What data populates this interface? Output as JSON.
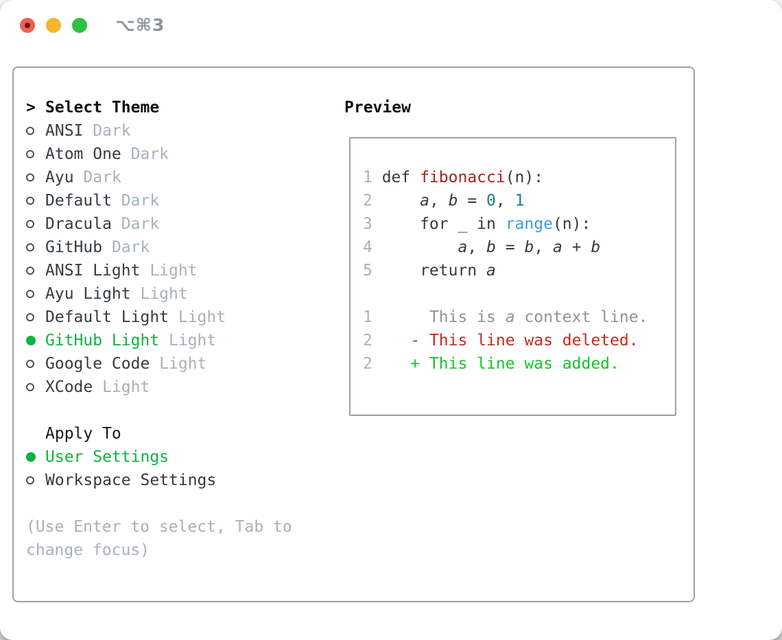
{
  "window": {
    "title": "⌥⌘3",
    "traffic_lights": [
      {
        "name": "close-button",
        "color": "#f25d52",
        "dot": "#70120b"
      },
      {
        "name": "minimize-button",
        "color": "#f6b62f"
      },
      {
        "name": "zoom-button",
        "color": "#2fc043"
      }
    ]
  },
  "theme_panel": {
    "cursor": ">",
    "title": "Select Theme",
    "themes": [
      {
        "name": "ANSI",
        "kind": "Dark",
        "selected": false
      },
      {
        "name": "Atom One",
        "kind": "Dark",
        "selected": false
      },
      {
        "name": "Ayu",
        "kind": "Dark",
        "selected": false
      },
      {
        "name": "Default",
        "kind": "Dark",
        "selected": false
      },
      {
        "name": "Dracula",
        "kind": "Dark",
        "selected": false
      },
      {
        "name": "GitHub",
        "kind": "Dark",
        "selected": false
      },
      {
        "name": "ANSI Light",
        "kind": "Light",
        "selected": false
      },
      {
        "name": "Ayu Light",
        "kind": "Light",
        "selected": false
      },
      {
        "name": "Default Light",
        "kind": "Light",
        "selected": false
      },
      {
        "name": "GitHub Light",
        "kind": "Light",
        "selected": true
      },
      {
        "name": "Google Code",
        "kind": "Light",
        "selected": false
      },
      {
        "name": "XCode",
        "kind": "Light",
        "selected": false
      }
    ],
    "apply_to": {
      "title": "Apply To",
      "options": [
        {
          "label": "User Settings",
          "selected": true
        },
        {
          "label": "Workspace Settings",
          "selected": false
        }
      ]
    },
    "hint": "(Use Enter to select, Tab to change focus)"
  },
  "preview": {
    "title": "Preview",
    "lines": [
      {
        "num": "1",
        "segments": [
          {
            "t": "def ",
            "c": "t"
          },
          {
            "t": "fibonacci",
            "c": "fn"
          },
          {
            "t": "(n):",
            "c": "t"
          }
        ]
      },
      {
        "num": "2",
        "segments": [
          {
            "t": "    ",
            "c": "t"
          },
          {
            "t": "a",
            "c": "v"
          },
          {
            "t": ", ",
            "c": "t"
          },
          {
            "t": "b",
            "c": "v"
          },
          {
            "t": " = ",
            "c": "t"
          },
          {
            "t": "0",
            "c": "n"
          },
          {
            "t": ", ",
            "c": "t"
          },
          {
            "t": "1",
            "c": "n"
          }
        ]
      },
      {
        "num": "3",
        "segments": [
          {
            "t": "    for _ in ",
            "c": "t"
          },
          {
            "t": "range",
            "c": "c"
          },
          {
            "t": "(n):",
            "c": "t"
          }
        ]
      },
      {
        "num": "4",
        "segments": [
          {
            "t": "        ",
            "c": "t"
          },
          {
            "t": "a",
            "c": "v"
          },
          {
            "t": ", ",
            "c": "t"
          },
          {
            "t": "b",
            "c": "v"
          },
          {
            "t": " = ",
            "c": "t"
          },
          {
            "t": "b",
            "c": "v"
          },
          {
            "t": ", ",
            "c": "t"
          },
          {
            "t": "a",
            "c": "v"
          },
          {
            "t": " + ",
            "c": "t"
          },
          {
            "t": "b",
            "c": "v"
          }
        ]
      },
      {
        "num": "5",
        "segments": [
          {
            "t": "    return ",
            "c": "t"
          },
          {
            "t": "a",
            "c": "v"
          }
        ]
      },
      {
        "num": "",
        "segments": []
      },
      {
        "num": "1",
        "segments": [
          {
            "t": "     This is ",
            "c": "ctx"
          },
          {
            "t": "a",
            "c": "ctxv"
          },
          {
            "t": " context line.",
            "c": "ctx"
          }
        ]
      },
      {
        "num": "2",
        "segments": [
          {
            "t": "   - This line was deleted.",
            "c": "del"
          }
        ]
      },
      {
        "num": "2",
        "segments": [
          {
            "t": "   + This line was added.",
            "c": "add"
          }
        ]
      }
    ]
  },
  "colors": {
    "panel_border": "#99a2ac",
    "text_primary": "#343b42",
    "text_title": "#0d1114",
    "text_muted": "#a8b1bb",
    "selection_green": "#0fb23e",
    "diff_added_green": "#16c32b",
    "diff_deleted_red": "#c9291b",
    "syntax_function_red": "#a5261c",
    "syntax_number_teal": "#16808a",
    "syntax_call_blue": "#3aa0d8",
    "context_gray": "#8d949b",
    "titlebar_text": "#8d949b"
  }
}
